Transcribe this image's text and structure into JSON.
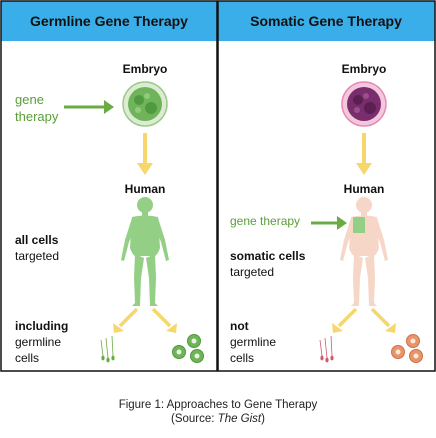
{
  "colors": {
    "header_bg": "#39aee8",
    "panel_border": "#111111",
    "green_text": "#5a9e3a",
    "green_arrow": "#6aac44",
    "yellow_arrow": "#f5d76e",
    "green_body": "#93cf84",
    "pale_body": "#f6d6c6",
    "green_cell": "#6fb45a",
    "purple_cell": "#7a2d6c",
    "pink_halo": "#e889b7",
    "orange_cell": "#e8956a"
  },
  "panels": [
    {
      "header": "Germline Gene Therapy",
      "embryo_label": "Embryo",
      "therapy_label_line1": "gene",
      "therapy_label_line2": "therapy",
      "human_label": "Human",
      "targeted_line1": "all cells",
      "targeted_line2": "targeted",
      "result_line1": "including",
      "result_line2": "germline",
      "result_line3": "cells"
    },
    {
      "header": "Somatic Gene Therapy",
      "embryo_label": "Embryo",
      "therapy_label": "gene therapy",
      "human_label": "Human",
      "targeted_line1": "somatic cells",
      "targeted_line2": "targeted",
      "result_line1": "not",
      "result_line2": "germline",
      "result_line3": "cells"
    }
  ],
  "caption": {
    "line1": "Figure 1: Approaches to Gene Therapy",
    "line2_prefix": "(Source: ",
    "line2_italic": "The Gist",
    "line2_suffix": ")"
  }
}
